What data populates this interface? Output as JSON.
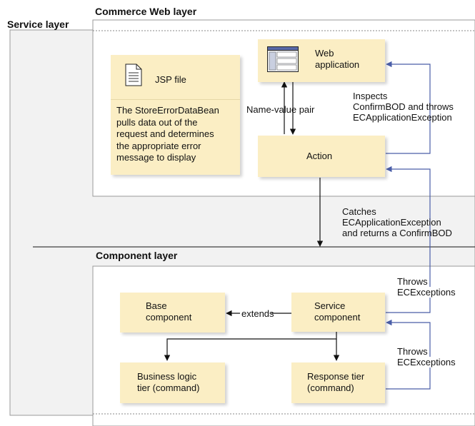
{
  "layers": {
    "commerce_web": "Commerce Web layer",
    "service": "Service layer",
    "component": "Component layer"
  },
  "boxes": {
    "jsp": {
      "title": "JSP file",
      "description": "The StoreErrorDataBean pulls data out of the request and determines the appropriate error message to display"
    },
    "web_app": {
      "line1": "Web",
      "line2": "application"
    },
    "action": {
      "label": "Action"
    },
    "base_component": {
      "line1": "Base",
      "line2": "component"
    },
    "service_component": {
      "line1": "Service",
      "line2": "component"
    },
    "business_logic": {
      "line1": "Business logic",
      "line2": "tier (command)"
    },
    "response_tier": {
      "line1": "Response tier",
      "line2": "(command)"
    }
  },
  "annotations": {
    "name_value_pair": "Name-value pair",
    "inspects": [
      "Inspects",
      "ConfirmBOD and throws",
      "ECApplicationException"
    ],
    "catches": [
      "Catches",
      "ECApplicationException",
      "and returns a ConfirmBOD"
    ],
    "throws_1": [
      "Throws",
      "ECExceptions"
    ],
    "throws_2": [
      "Throws",
      "ECExceptions"
    ],
    "extends": "extends"
  },
  "colors": {
    "box_fill": "#fbeec4",
    "feedback_arrow": "#4a5ea8",
    "line": "#111111",
    "service_bg": "#f2f2f2"
  }
}
